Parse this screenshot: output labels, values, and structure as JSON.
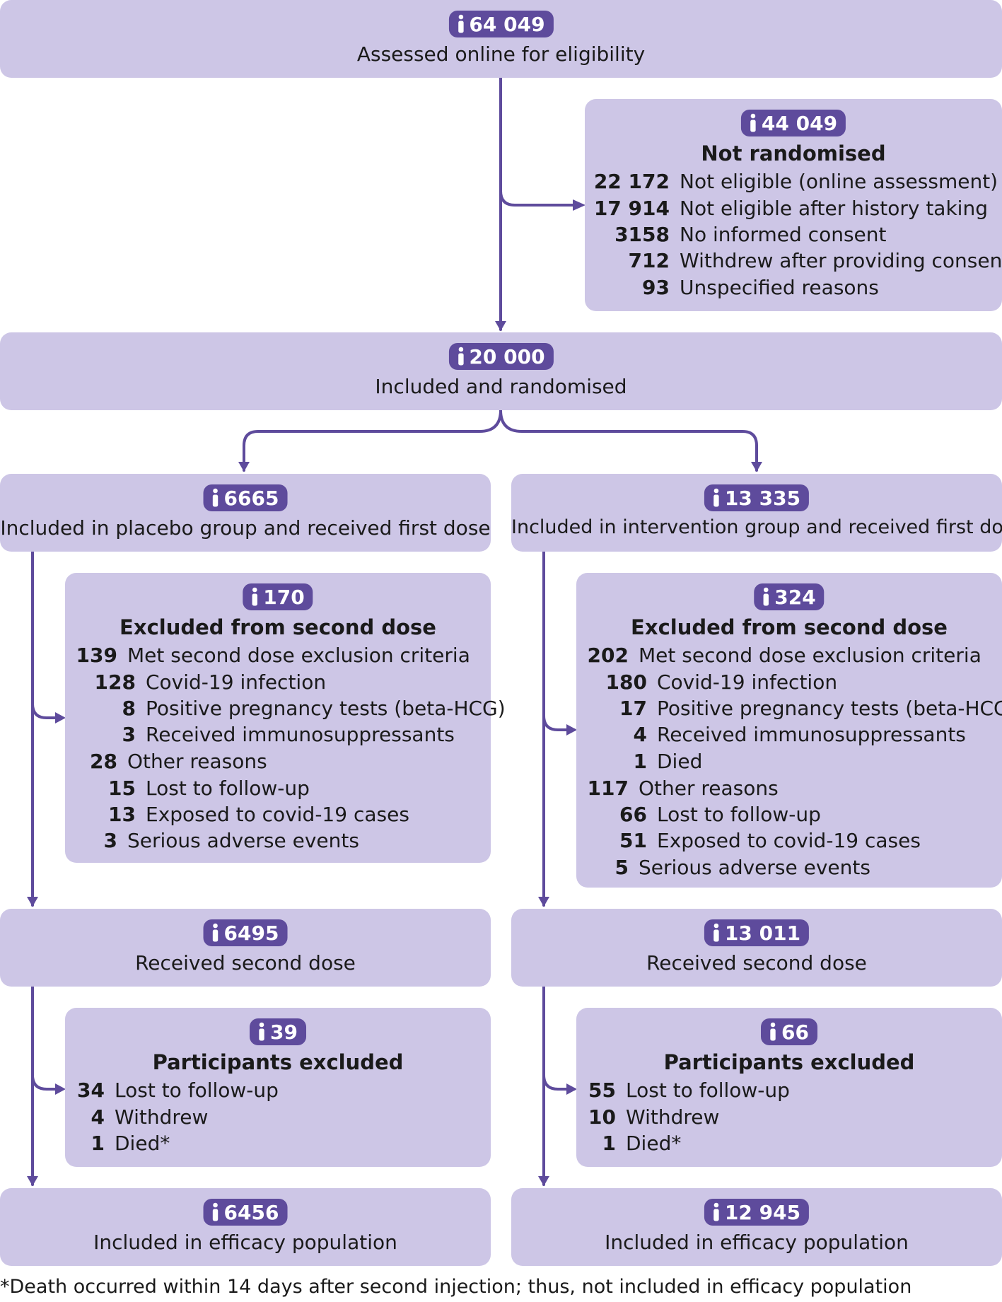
{
  "colors": {
    "box": "#cdc6e6",
    "pill": "#5e4b9c",
    "arrow": "#5e4b9c"
  },
  "icon": "person-icon",
  "assessed": {
    "count": "64 049",
    "label": "Assessed online for eligibility"
  },
  "not_randomised": {
    "count": "44 049",
    "title": "Not randomised",
    "items": [
      {
        "num": "22 172",
        "text": "Not eligible (online assessment)"
      },
      {
        "num": "17 914",
        "text": "Not eligible after history taking"
      },
      {
        "num": "3158",
        "text": "No informed consent"
      },
      {
        "num": "712",
        "text": "Withdrew after providing consent"
      },
      {
        "num": "93",
        "text": "Unspecified reasons"
      }
    ]
  },
  "randomised": {
    "count": "20 000",
    "label": "Included and randomised"
  },
  "placebo": {
    "first_dose": {
      "count": "6665",
      "label": "Included in placebo group and received first dose"
    },
    "excluded_second": {
      "count": "170",
      "title": "Excluded from second dose",
      "items": [
        {
          "num": "139",
          "text": "Met second dose exclusion criteria"
        },
        {
          "num": "128",
          "text": "Covid-19 infection"
        },
        {
          "num": "8",
          "text": "Positive pregnancy tests (beta-HCG)"
        },
        {
          "num": "3",
          "text": "Received immunosuppressants"
        },
        {
          "num": "28",
          "text": "Other reasons"
        },
        {
          "num": "15",
          "text": "Lost to follow-up"
        },
        {
          "num": "13",
          "text": "Exposed to covid-19 cases"
        },
        {
          "num": "3",
          "text": "Serious adverse events"
        }
      ]
    },
    "second_dose": {
      "count": "6495",
      "label": "Received second dose"
    },
    "participants_excluded": {
      "count": "39",
      "title": "Participants excluded",
      "items": [
        {
          "num": "34",
          "text": "Lost to follow-up"
        },
        {
          "num": "4",
          "text": "Withdrew"
        },
        {
          "num": "1",
          "text": "Died*"
        }
      ]
    },
    "efficacy": {
      "count": "6456",
      "label": "Included in efficacy population"
    }
  },
  "intervention": {
    "first_dose": {
      "count": "13 335",
      "label": "Included in intervention group and received first dose"
    },
    "excluded_second": {
      "count": "324",
      "title": "Excluded from second dose",
      "items": [
        {
          "num": "202",
          "text": "Met second dose exclusion criteria"
        },
        {
          "num": "180",
          "text": "Covid-19 infection"
        },
        {
          "num": "17",
          "text": "Positive pregnancy tests (beta-HCG)"
        },
        {
          "num": "4",
          "text": "Received immunosuppressants"
        },
        {
          "num": "1",
          "text": "Died"
        },
        {
          "num": "117",
          "text": "Other reasons"
        },
        {
          "num": "66",
          "text": "Lost to follow-up"
        },
        {
          "num": "51",
          "text": "Exposed to covid-19 cases"
        },
        {
          "num": "5",
          "text": "Serious adverse events"
        }
      ]
    },
    "second_dose": {
      "count": "13 011",
      "label": "Received second dose"
    },
    "participants_excluded": {
      "count": "66",
      "title": "Participants excluded",
      "items": [
        {
          "num": "55",
          "text": "Lost to follow-up"
        },
        {
          "num": "10",
          "text": "Withdrew"
        },
        {
          "num": "1",
          "text": "Died*"
        }
      ]
    },
    "efficacy": {
      "count": "12 945",
      "label": "Included in efficacy population"
    }
  },
  "footnote": "*Death occurred within 14 days after second injection; thus, not included in efficacy population"
}
